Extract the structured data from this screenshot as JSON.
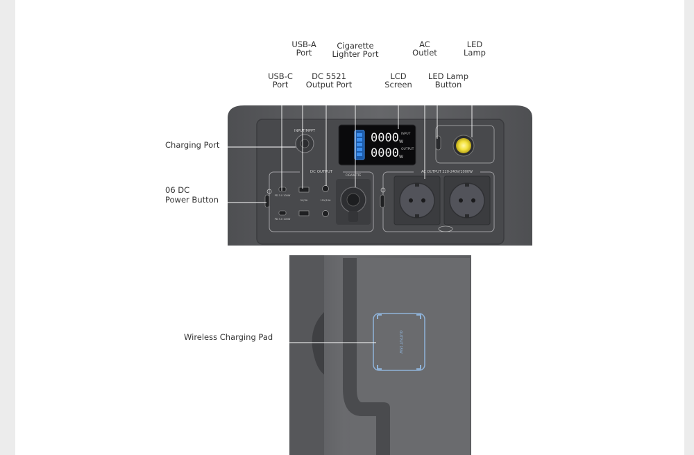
{
  "callouts": {
    "usb_a_port": [
      "USB-A",
      "Port"
    ],
    "cigarette_lighter_port": [
      "Cigarette",
      "Lighter Port"
    ],
    "ac_outlet": [
      "AC",
      "Outlet"
    ],
    "led_lamp": [
      "LED",
      "Lamp"
    ],
    "usb_c_port": [
      "USB-C",
      "Port"
    ],
    "dc_5521_output_port": [
      "DC 5521",
      "Output Port"
    ],
    "lcd_screen": [
      "LCD",
      "Screen"
    ],
    "led_lamp_button": [
      "LED Lamp",
      "Button"
    ],
    "charging_port": [
      "Charging Port"
    ],
    "dc_power_button": [
      "06 DC",
      "Power Button"
    ],
    "wireless_charging_pad": [
      "Wireless Charging Pad"
    ]
  },
  "panel_text": {
    "input_mppt": "INPUT/MPPT",
    "dc_output": "DC OUTPUT",
    "ac_output": "AC OUTPUT 220-240V/1000W",
    "cigarette": "CIGARETTE",
    "pd_top": "PD 3.0 100W",
    "pd_bottom": "PD 3.0 100W",
    "usb_a_rating": "5V/3A",
    "dc_rating": "12V/10A",
    "lcd_input_digits": "0000",
    "lcd_output_digits": "0000",
    "lcd_input_label": "INPUT",
    "lcd_output_label": "OUTPUT",
    "lcd_unit": "W",
    "wireless_output": "OUTPUT 15W"
  },
  "colors": {
    "device_body": "#5f6063",
    "device_dark": "#3f4043",
    "panel": "#4a4b4e",
    "lcd_background": "#0a0a0c",
    "lcd_digits": "#f2f2f2",
    "battery_blue": "#3c8ff0",
    "led_yellow": "#f3e23c",
    "pad_outline": "#8fb3d9",
    "leader_line": "#ffffff"
  }
}
